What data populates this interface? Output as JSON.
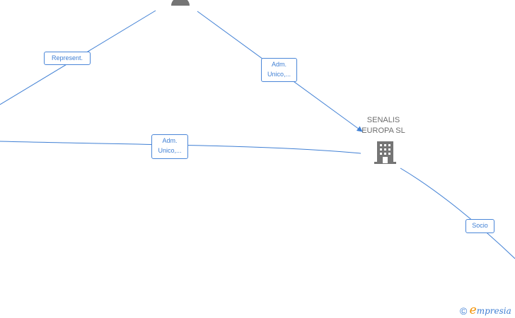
{
  "nodes": {
    "company": {
      "name_line1": "SENALIS",
      "name_line2": "EUROPA SL",
      "icon": "building-icon"
    },
    "top_person": {
      "icon": "person-icon"
    }
  },
  "edges": {
    "represent": "Represent.",
    "adm_unico_top": "Adm.\nUnico,...",
    "adm_unico_left": "Adm.\nUnico,...",
    "socio": "Socio"
  },
  "watermark": {
    "copyright": "©",
    "brand_initial": "e",
    "brand_rest": "mpresia"
  },
  "colors": {
    "edge": "#3f7fd4",
    "node_icon": "#757575",
    "label_text": "#6e6e6e",
    "brand_accent": "#f29100"
  }
}
